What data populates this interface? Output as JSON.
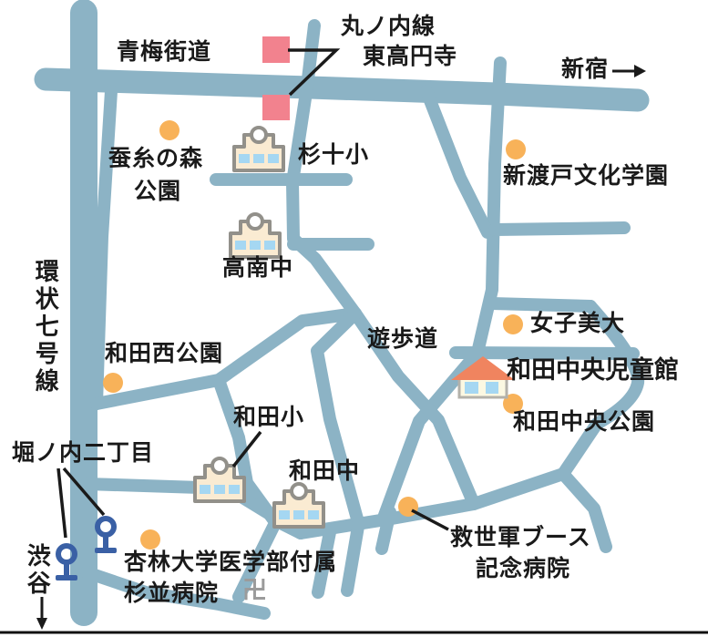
{
  "colors": {
    "background": "#FFFFFF",
    "road": "#8CB3C5",
    "text": "#1A1A1A",
    "station_exit_pink": "#F2828E",
    "poi_dot_orange": "#F8B259",
    "bus_stop_blue": "#3A60A5",
    "house_roof_coral": "#F0845F",
    "house_wall_cream": "#FBF8E2",
    "window_blue": "#A5D7F2",
    "school_wall_cream": "#FAEBD2",
    "school_outline_gray": "#92908A",
    "temple_gray": "#9B9B9B",
    "frame_line": "#111111"
  },
  "labels": {
    "ome_kaido": "青梅街道",
    "marunouchi_line1": "丸ノ内線",
    "marunouchi_line2": "東高円寺",
    "shinjuku": "新宿",
    "sanshi_line1": "蚕糸の森",
    "sanshi_line2": "公園",
    "sugi_ju_sho": "杉十小",
    "nitobe": "新渡戸文化学園",
    "konan_chu": "高南中",
    "kanjo_nana": "環状七号線",
    "wada_nishi_koen": "和田西公園",
    "yuhodo": "遊歩道",
    "joshibi": "女子美大",
    "jidokan": "和田中央児童館",
    "wada_chuo_koen": "和田中央公園",
    "wada_sho": "和田小",
    "wada_chu": "和田中",
    "horinouchi": "堀ノ内二丁目",
    "shibuya": "渋谷",
    "kyorin_line1": "杏林大学医学部付属",
    "kyorin_line2": "杉並病院",
    "temple_mark": "卍",
    "kyuseigun_line1": "救世軍ブース",
    "kyuseigun_line2": "記念病院"
  },
  "icons": {
    "station_exit_marker": "pink square (subway entrance)",
    "poi_dot": "orange dot (point of interest)",
    "school_icon": "school building pictogram",
    "childrens_hall_icon": "house pictogram",
    "bus_stop_icon": "pole with ring (bus stop)",
    "temple_icon": "卍",
    "shinjuku_arrow": "→",
    "shibuya_arrow": "↓"
  }
}
